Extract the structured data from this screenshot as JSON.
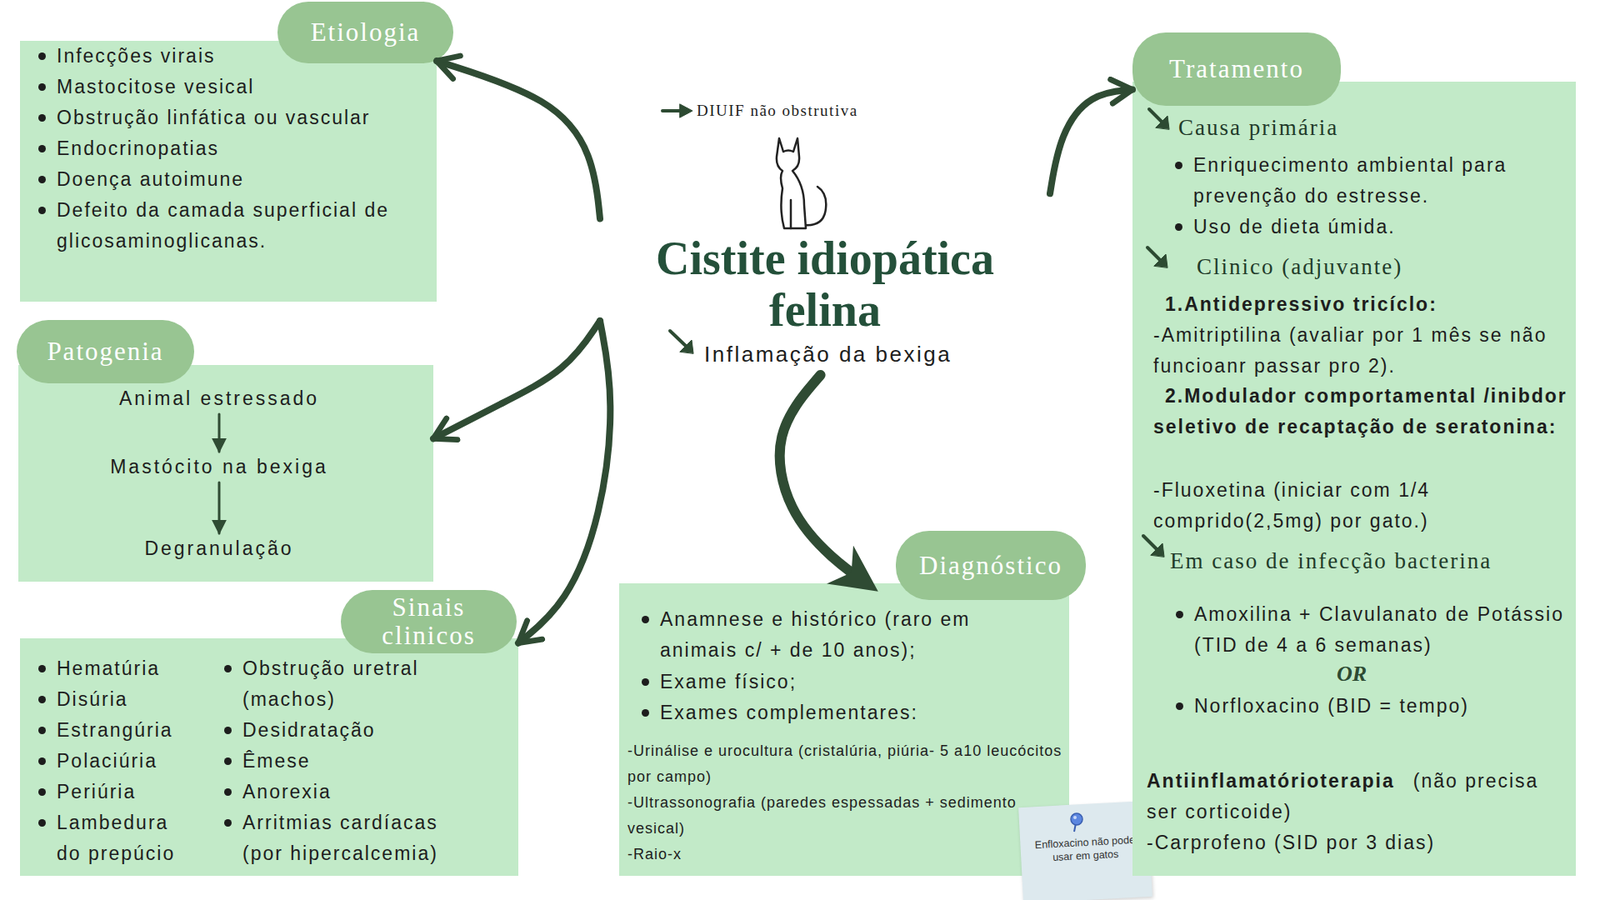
{
  "diagram": {
    "nodes": [
      {
        "text": [
          "DIUIF não obstrutiva",
          "Cistite idiopática felina",
          "Inflamação da bexiga"
        ]
      },
      {
        "text": [
          "Etiologia",
          "Infecções virais",
          "Mastocitose vesical",
          "Obstrução linfática ou vascular",
          "Endocrinopatias",
          "Doença autoimune",
          "Defeito da camada superficial de glicosaminoglicanas."
        ]
      },
      {
        "text": [
          "Patogenia"
        ]
      },
      {
        "text": [
          "Animal estressado"
        ],
        "in": 2
      },
      {
        "text": [
          "Mastócito na bexiga"
        ],
        "in": 2
      },
      {
        "text": [
          "Degranulação"
        ],
        "in": 2
      },
      {
        "text": [
          "Sinais clinicos",
          "Hematúria",
          "Disúria",
          "Estrangúria",
          "Polaciúria",
          "Periúria",
          "Lambedura do prepúcio",
          "Obstrução uretral (machos)",
          "Desidratação",
          "Êmese",
          "Anorexia",
          "Arritmias cardíacas (por hipercalcemia)"
        ]
      },
      {
        "text": [
          "Diagnóstico",
          "Anamnese e histórico (raro em animais c/ + de 10 anos);",
          "Exame físico;",
          "Exames complementares:",
          "-Urinálise e urocultura (cristalúria, piúria- 5 a10 leucócitos por campo)",
          "-Ultrassonografia (paredes espessadas + sedimento vesical)",
          "-Raio-x"
        ]
      },
      {
        "text": [
          "Enfloxacino não pode usar em gatos"
        ]
      },
      {
        "text": [
          "Tratamento",
          "Causa primária",
          "Enriquecimento ambiental para prevenção do estresse.",
          "Uso de dieta úmida.",
          "Clinico (adjuvante)",
          "1.Antidepressivo tricíclo:",
          "-Amitriptilina (avaliar por 1 mês se não funcioanr passar pro 2).",
          "2.Modulador comportamental /inibdor seletivo de recaptação de seratonina:",
          "-Fluoxetina (iniciar com 1/4 comprido(2,5mg) por gato.)",
          "Em caso de infecção bacterina",
          "Amoxilina + Clavulanato de Potássio (TID de 4 a 6 semanas)",
          "OR",
          "Norfloxacino (BID = tempo)",
          "Antiinflamatórioterapia",
          "(não precisa ser corticoide)",
          "-Carprofeno (SID por 3 dias)"
        ]
      }
    ],
    "edges": [
      {
        "from": 0,
        "to": 1,
        "arrow": "to"
      },
      {
        "from": 0,
        "to": 2,
        "arrow": "to"
      },
      {
        "from": 0,
        "to": 6,
        "arrow": "to"
      },
      {
        "from": 0,
        "to": 7,
        "arrow": "to"
      },
      {
        "from": 0,
        "to": 9,
        "arrow": "to"
      },
      {
        "from": 3,
        "to": 4,
        "arrow": "to"
      },
      {
        "from": 4,
        "to": 5,
        "arrow": "to"
      }
    ]
  }
}
